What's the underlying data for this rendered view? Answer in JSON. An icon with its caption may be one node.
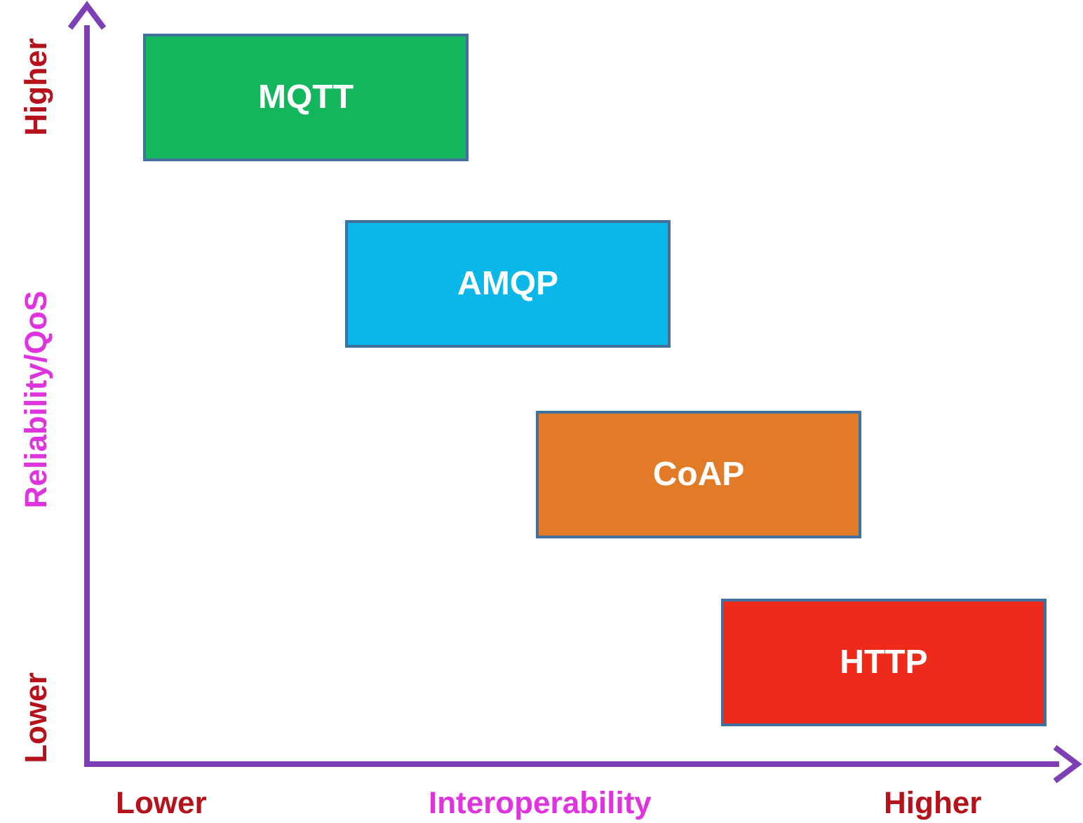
{
  "diagram": {
    "nodes": [
      {
        "text": [
          "MQTT"
        ]
      },
      {
        "text": [
          "AMQP"
        ]
      },
      {
        "text": [
          "CoAP"
        ]
      },
      {
        "text": [
          "HTTP"
        ]
      }
    ],
    "labels": [
      "Higher",
      "Reliability/QoS",
      "Lower",
      "Lower",
      "Interoperability",
      "Higher"
    ]
  }
}
